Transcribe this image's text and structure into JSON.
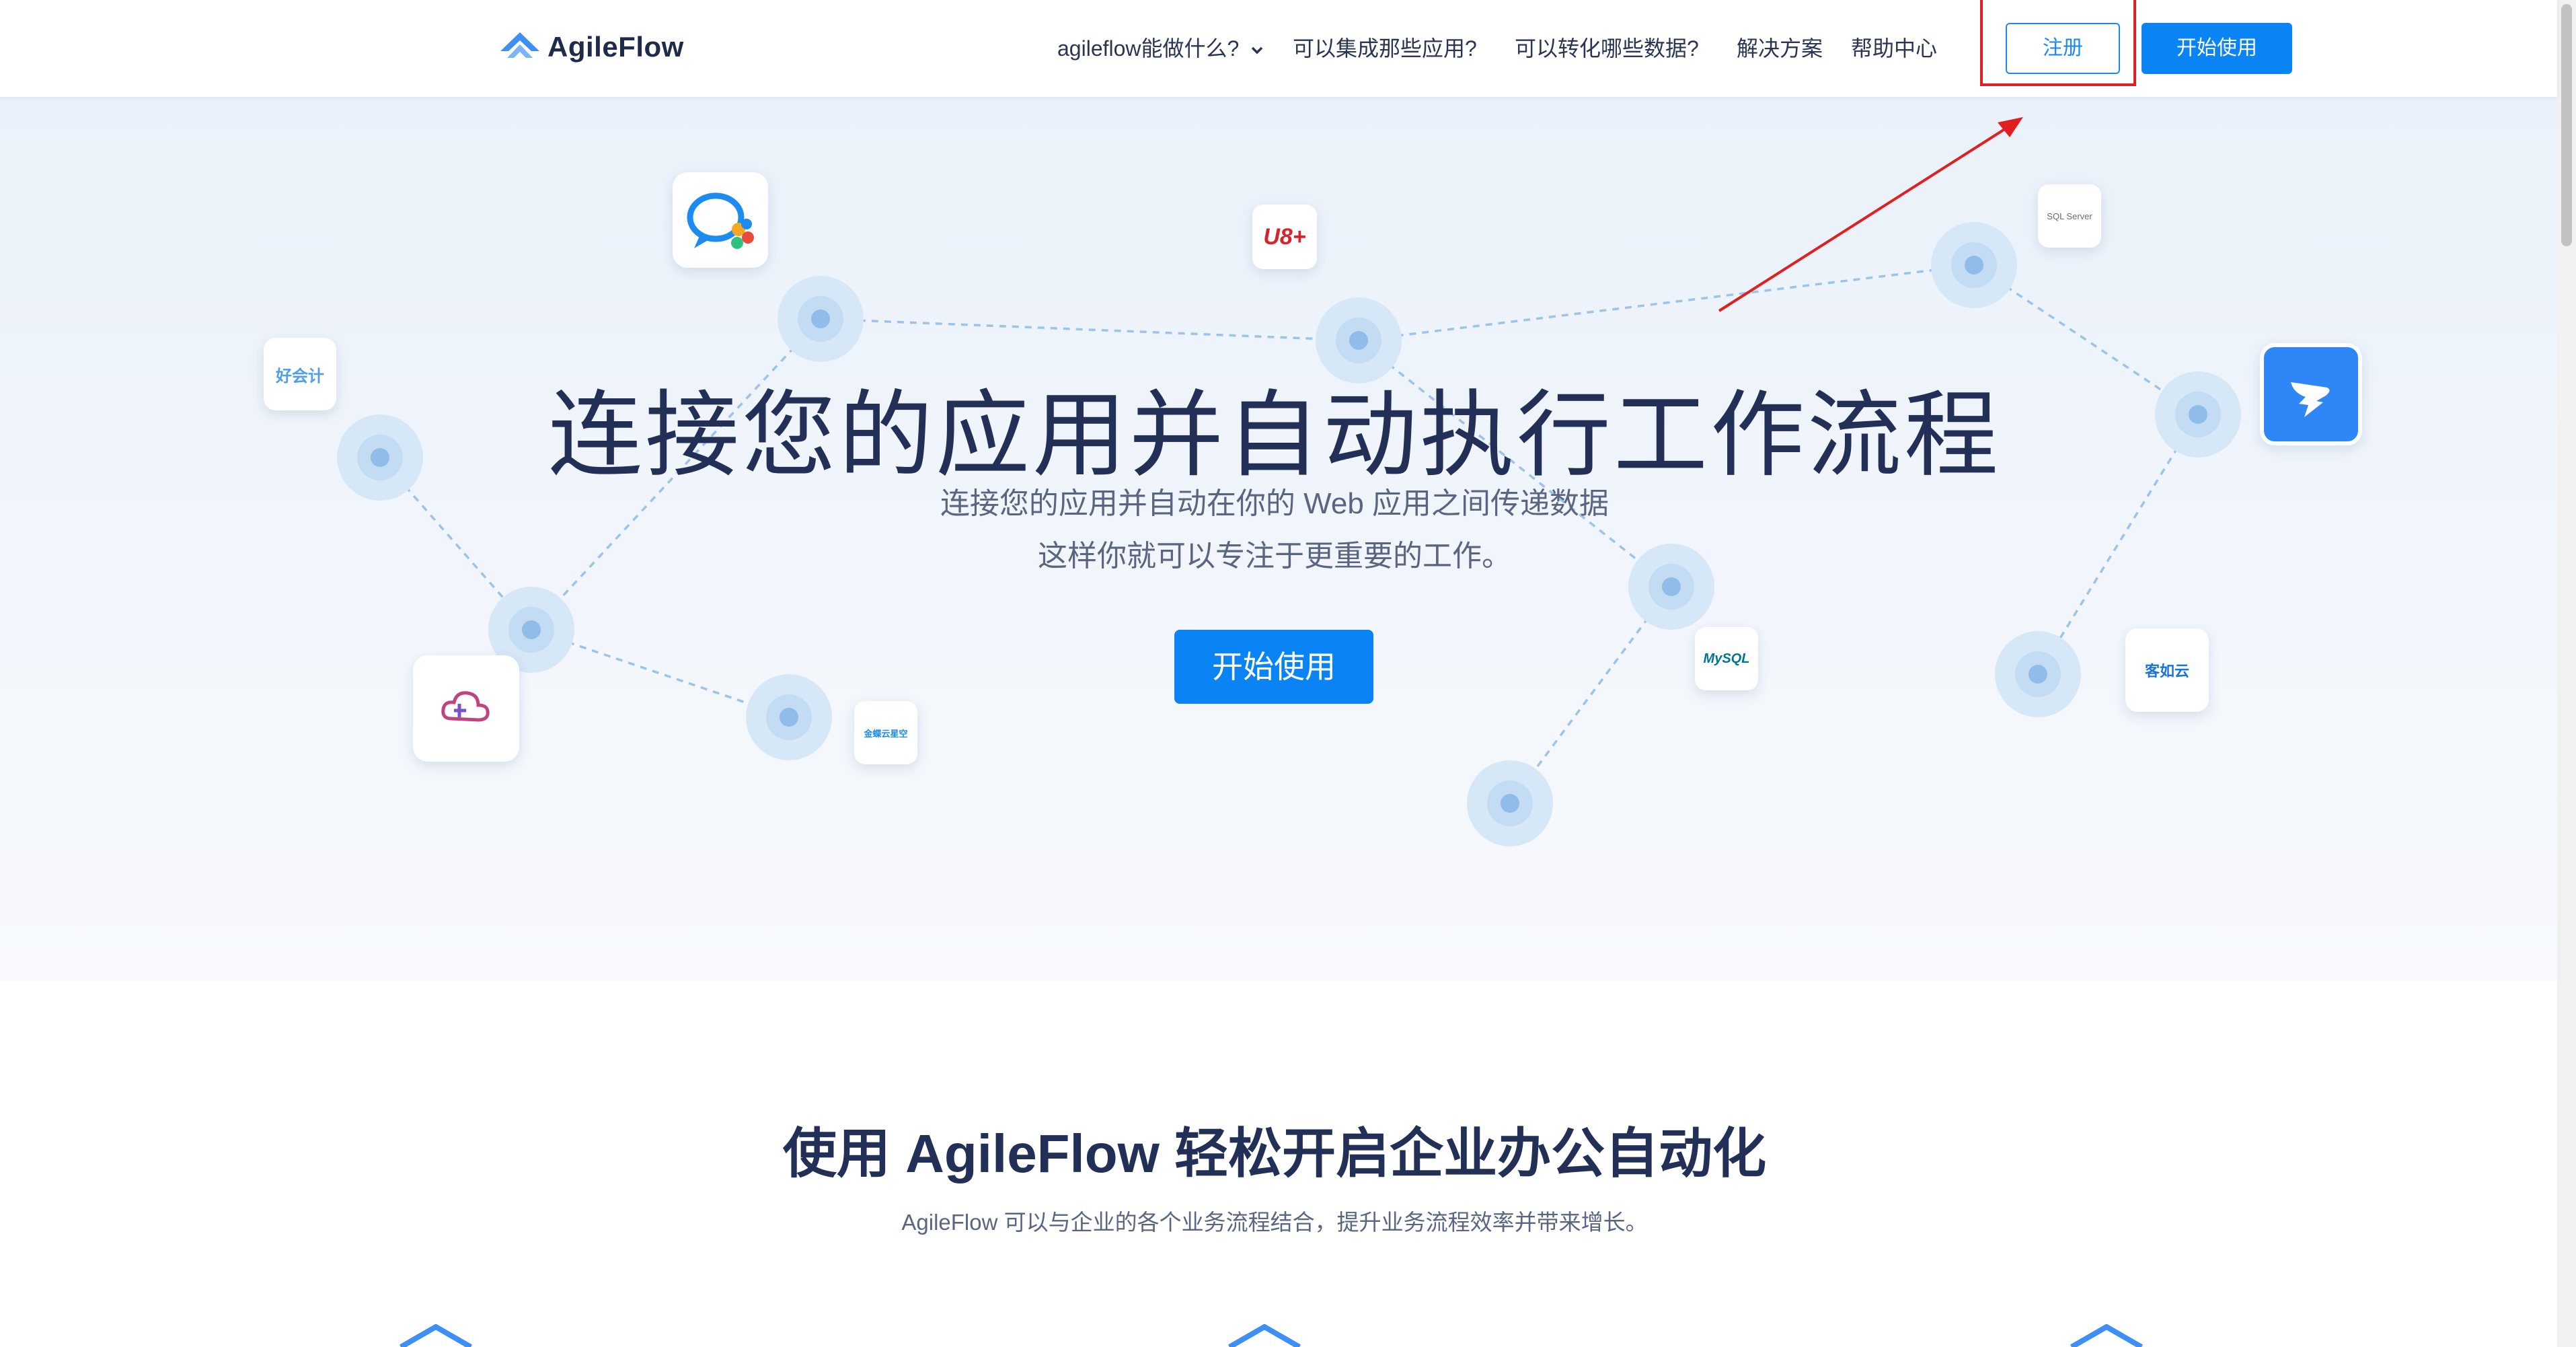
{
  "header": {
    "logo_text": "AgileFlow",
    "nav": [
      {
        "label": "agileflow能做什么?"
      },
      {
        "label": "可以集成那些应用?"
      },
      {
        "label": "可以转化哪些数据?"
      },
      {
        "label": "解决方案"
      },
      {
        "label": "帮助中心"
      }
    ],
    "register_label": "注册",
    "start_label": "开始使用"
  },
  "hero": {
    "title": "连接您的应用并自动执行工作流程",
    "subtitle_line1": "连接您的应用并自动在你的 Web 应用之间传递数据",
    "subtitle_line2": "这样你就可以专注于更重要的工作。",
    "cta_label": "开始使用",
    "apps": [
      {
        "name": "wecom",
        "label": ""
      },
      {
        "name": "u8",
        "label": "U8+"
      },
      {
        "name": "sql-server",
        "label": "SQL Server"
      },
      {
        "name": "dingtalk",
        "label": ""
      },
      {
        "name": "haohuiji",
        "label": "好会计"
      },
      {
        "name": "cloud-app",
        "label": "云"
      },
      {
        "name": "jindie",
        "label": "金蝶云星空"
      },
      {
        "name": "mysql",
        "label": "MySQL"
      },
      {
        "name": "xiaoyun",
        "label": "客如云"
      }
    ]
  },
  "section": {
    "title": "使用 AgileFlow 轻松开启企业办公自动化",
    "subtitle": "AgileFlow 可以与企业的各个业务流程结合，提升业务流程效率并带来增长。"
  },
  "colors": {
    "primary": "#0a84f5",
    "annotation": "#e02020",
    "title": "#223057"
  }
}
